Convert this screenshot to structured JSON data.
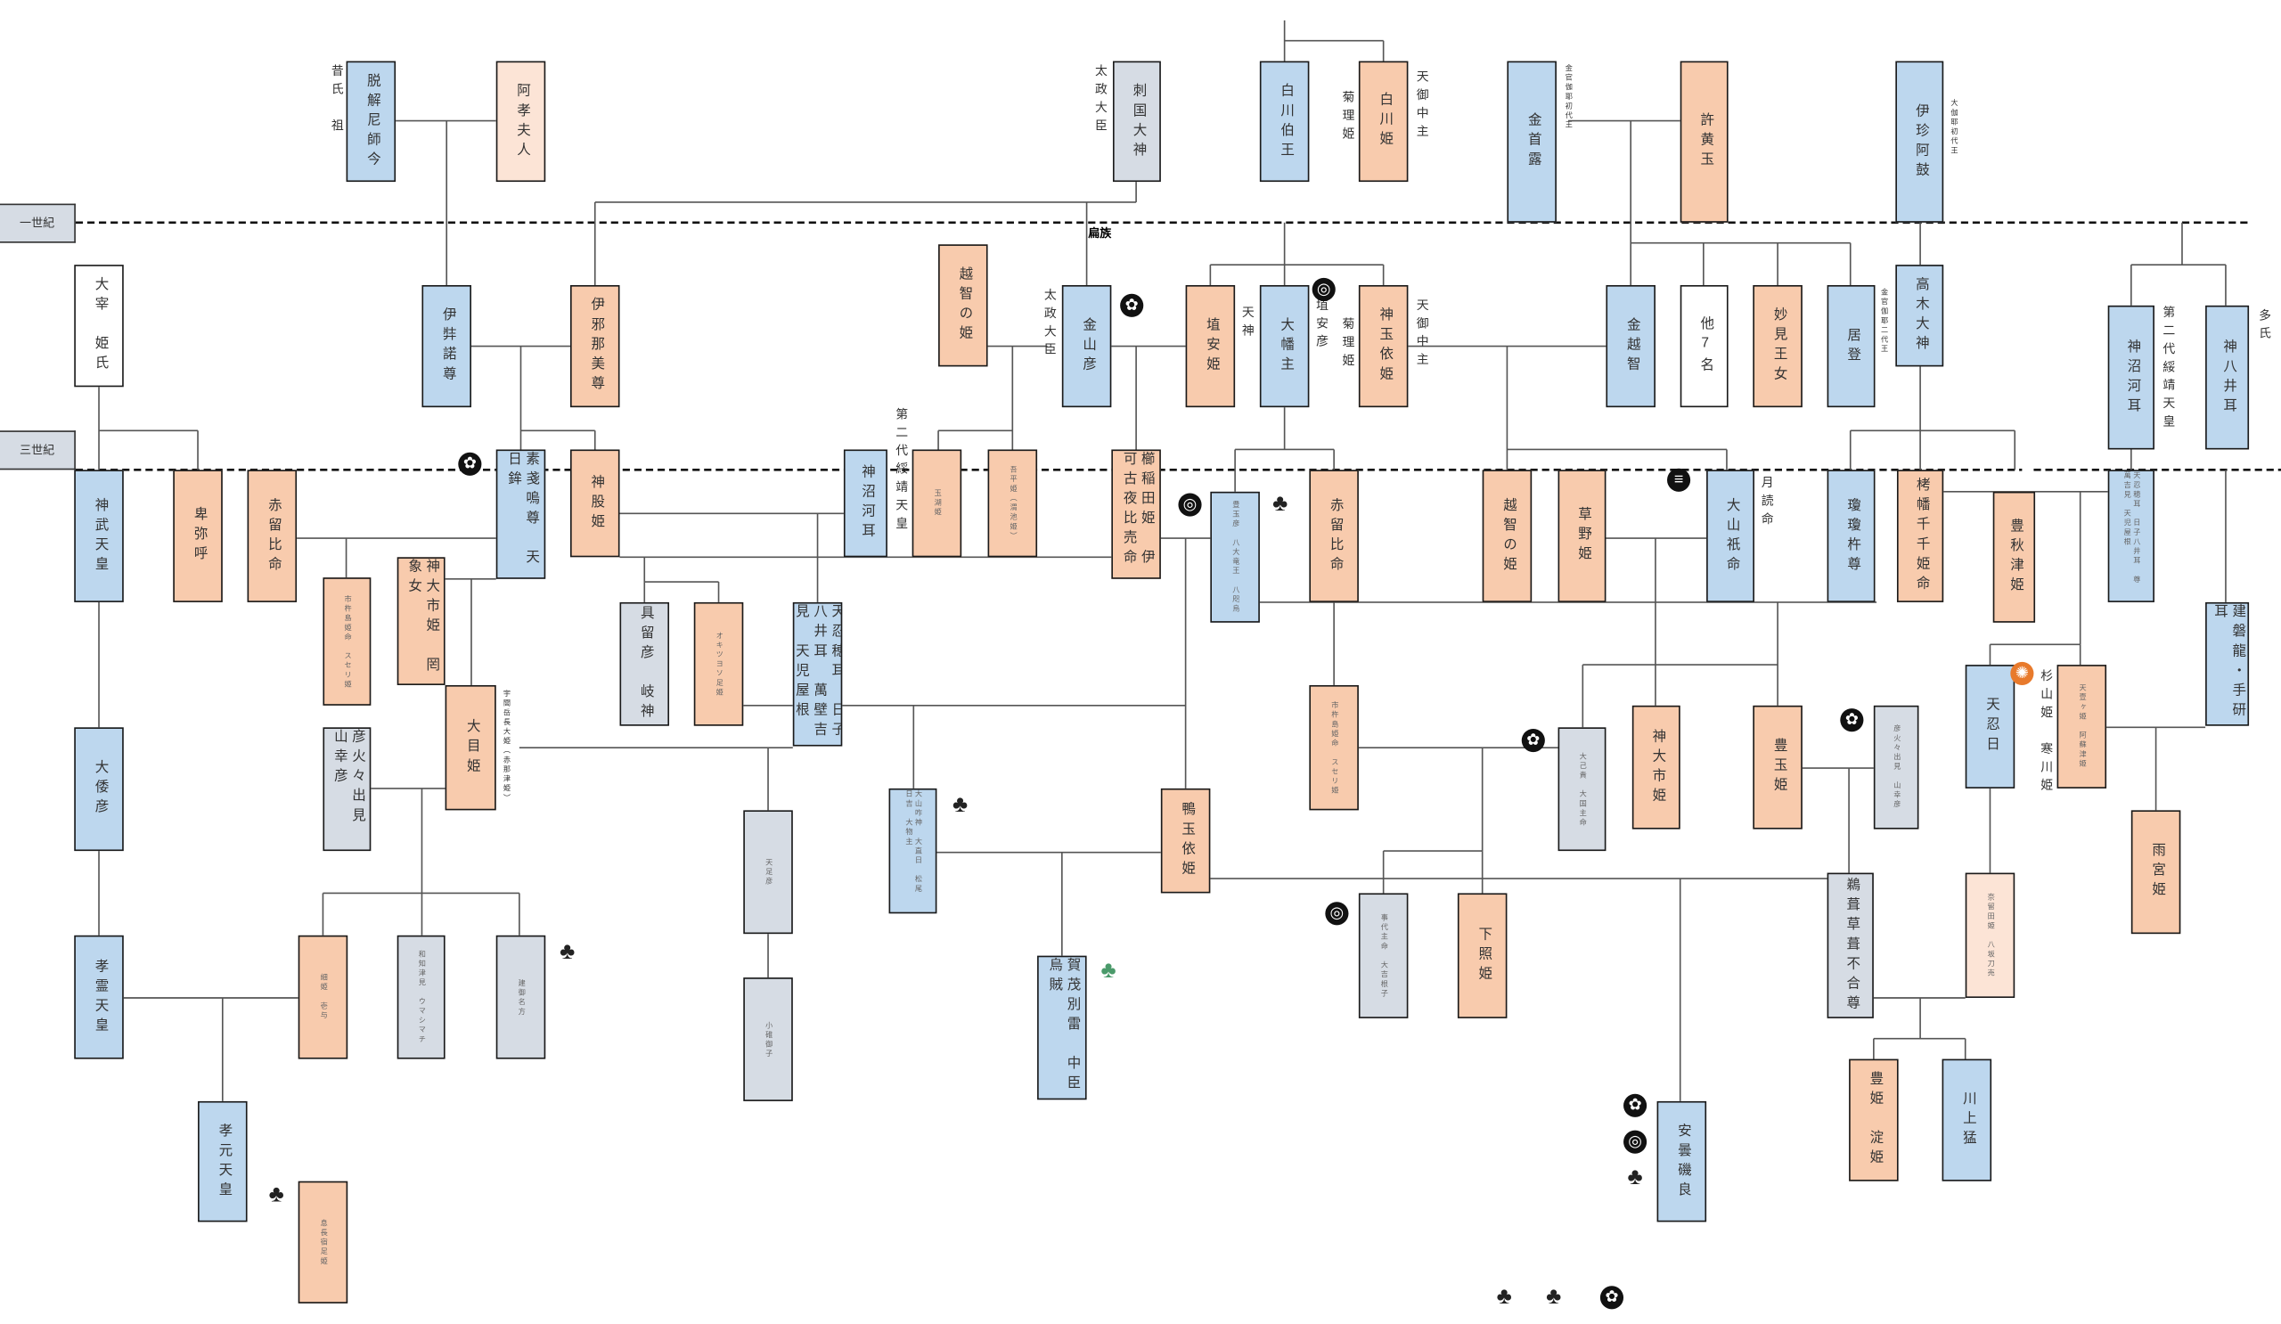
{
  "eras": {
    "first": "一世紀",
    "third": "三世紀"
  },
  "clan_label": "扁族",
  "colors": {
    "male": "#bdd7ee",
    "female": "#f8cbad",
    "female_light": "#fce4d6",
    "other": "#d6dce4",
    "unknown": "#ffffff"
  },
  "persons": {
    "datsukai": "脱解尼師今",
    "akofujin": "阿孝夫人",
    "sashikuni": "刺国大神",
    "shirakawahaku": "白川伯王",
    "shirakawahime": "白川姫",
    "kimsuro": "金首露",
    "kyokogyoku": "許黄玉",
    "ichinaro": "伊珍阿鼓",
    "dazaihime": "大宰　姫氏",
    "izanagi": "伊弉諾尊",
    "izanami": "伊邪那美尊",
    "ochinohime1": "越智の姫",
    "kanayama": "金山彦",
    "haniyasuhime": "埴安姫",
    "ohatanushi": "大幡主",
    "kamitamayori": "神玉依姫",
    "kimochi": "金越智",
    "hoka7": "他7名",
    "myoken": "妙見王女",
    "kyoto": "居登",
    "takagi": "高木大神",
    "kamununa_r": "神沼河耳",
    "kamuyai": "神八井耳",
    "jimmu": "神武天皇",
    "himiko": "卑弥呼",
    "akaruhi1": "赤留比命",
    "susanoo": "素戔嗚尊　天日鉾",
    "kamimata": "神股姫",
    "kamununa": "神沼河耳",
    "tamako": "玉湖姫",
    "ahira": "吾平姫（渭池姫）",
    "kushinada": "櫛稲田姫　伊可古夜比売命",
    "toyotamahiko": "豊玉彦　八大竜王　八咫烏",
    "akaruhi2": "赤留比命",
    "ochinohime2": "越智の姫",
    "kayanohime": "草野姫",
    "oyamatsumi": "大山祇命",
    "ninigi": "瓊瓊杵尊",
    "takuhata": "栲幡千千姫命",
    "toyoakitsu": "豊秋津姫",
    "oshiho_r": "天忍穂耳　日子八井耳　尊　萬吉見　天児屋根",
    "ichikishima1": "市杵島姫命　スセリ姫",
    "kamuoichi1": "神大市姫　罔象女",
    "omehime": "大目姫",
    "hikohohodemi1": "彦火々出見　山幸彦",
    "kuruhiko": "具留彦　岐神",
    "okitsuyoso": "オキツヨソ足姫",
    "oshiho": "天忍穂耳　日子八井耳　萬壁吉見　天児屋根",
    "oyamakui": "大山咋神　大直日　松尾　日吉　大物主",
    "kamotamayori": "鴨玉依姫",
    "ichikishima2": "市杵島姫命　スセリ姫",
    "onamuchi": "大己貴　大国主命",
    "kamuoichi2": "神大市姫",
    "toyotamahime": "豊玉姫",
    "hikohohodemi2": "彦火々出見　山幸彦",
    "amenooshihi": "天忍日",
    "amenoichi": "天壹ヶ姫　阿蘇津姫",
    "takeiwatatsu": "建磐龍・手研耳",
    "amamiya": "雨宮姫",
    "yamatohiko": "大倭彦",
    "amatarashi": "天足彦",
    "shitateru": "下照姫",
    "kotoshiro": "事代主命　大吉根子",
    "ugaya": "鵜葺草葺不合尊",
    "narutahime": "奈留田姫　八坂刀売",
    "korei": "孝霊天皇",
    "hosohime": "細姫　壱与",
    "wachitsumi": "和知津見　ウマシマチ",
    "takeminakata": "建御名方",
    "ousu": "小碓御子",
    "kamowake": "賀茂別雷　中臣　烏賊",
    "kogen": "孝元天皇",
    "okinaga": "息長宿足姫",
    "azumi": "安曇磯良",
    "toyohime": "豊姫　淀姫",
    "kawakami": "川上猛"
  },
  "labels": {
    "sekishi": "昔氏　祖",
    "daijodaijin1": "太政大臣",
    "kukuri1": "菊理姫",
    "amenominaka1": "天御中主",
    "kinkan1": "金官伽耶初代王",
    "daikaya": "大伽耶初代王",
    "daijodaijin2": "太政大臣",
    "tenjin": "天神",
    "haniyasuhiko": "埴安彦",
    "kukuri2": "菊理姫",
    "amenominaka2": "天御中主",
    "kinkan2": "金官伽耶二代王",
    "suizei1": "第二代綏靖天皇",
    "ooshi": "多氏",
    "suizei2": "第二代綏靖天皇",
    "tsukuyomi": "月読命",
    "unakami": "宇閭岳長大姫（赤那津姫）",
    "sugiyama": "杉山姫　寒川姫"
  },
  "crests": [
    "mokko-crest",
    "mitsudomoe-crest",
    "mokko-crest",
    "mitsudomoe-crest",
    "katabami-crest",
    "mitsudomoe-crest",
    "aoi-crest",
    "kikko-crest",
    "mokko-crest",
    "orange-crest",
    "aoi-crest",
    "sagari-fuji-crest",
    "aoi-crest",
    "kiri-crest",
    "mokko-crest",
    "mitsudomoe-crest",
    "kiri-crest",
    "kiri-crest",
    "kiri-crest",
    "mokko-crest",
    "sasa-crest"
  ]
}
